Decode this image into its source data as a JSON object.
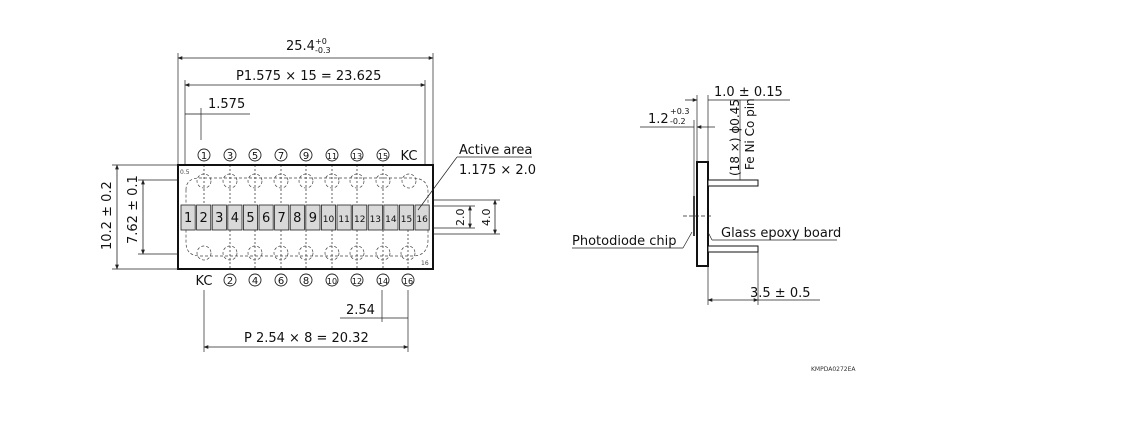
{
  "front_view": {
    "overall_width": "25.4",
    "overall_width_tol_upper": "+0",
    "overall_width_tol_lower": "-0.3",
    "pitch_dim": "P1.575 × 15 = 23.625",
    "pitch": "1.575",
    "height_outer": "10.2 ± 0.2",
    "height_inner": "7.62 ± 0.1",
    "element_height": "2.0",
    "element_gap_height": "4.0",
    "active_area_label": "Active area",
    "active_area_size": "1.175 × 2.0",
    "pin_pitch": "2.54",
    "pin_pitch_dim": "P 2.54 × 8 = 20.32",
    "top_pins": [
      "1",
      "3",
      "5",
      "7",
      "9",
      "11",
      "13",
      "15"
    ],
    "top_kc": "KC",
    "bottom_kc": "KC",
    "bottom_pins": [
      "2",
      "4",
      "6",
      "8",
      "10",
      "12",
      "14",
      "16"
    ],
    "elements": [
      "1",
      "2",
      "3",
      "4",
      "5",
      "6",
      "7",
      "8",
      "9",
      "10",
      "11",
      "12",
      "13",
      "14",
      "15",
      "16"
    ],
    "corner_mark_top": "0.5",
    "corner_mark_bottom": "16"
  },
  "side_view": {
    "thickness": "1.0 ± 0.15",
    "chip_offset": "1.2",
    "chip_offset_tol_upper": "+0.3",
    "chip_offset_tol_lower": "-0.2",
    "pin_desc_1": "(18 ×) ϕ0.45",
    "pin_desc_2": "Fe Ni Co pin",
    "board_label": "Glass epoxy board",
    "chip_label": "Photodiode chip",
    "pin_length": "3.5 ± 0.5"
  },
  "figure_code": "KMPDA0272EA"
}
